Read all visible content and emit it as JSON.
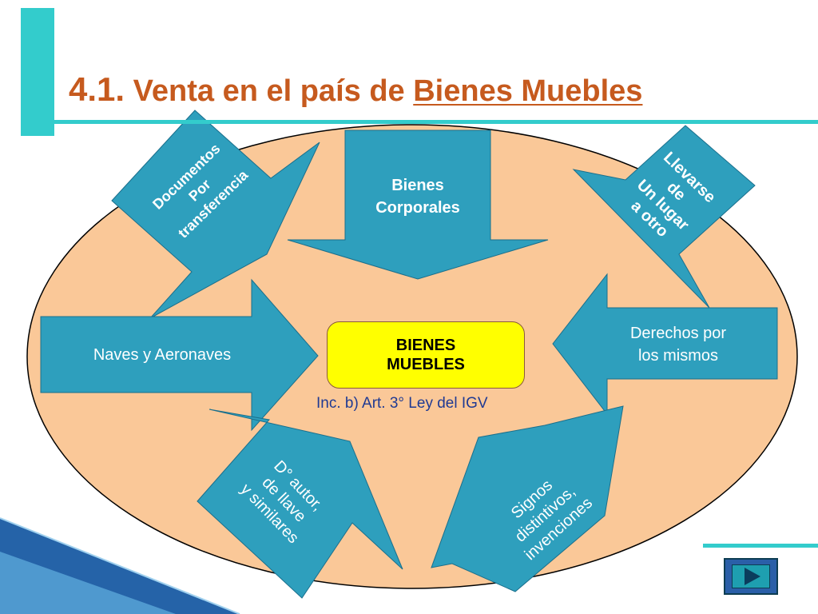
{
  "slide": {
    "title_number": "4.1.",
    "title_plain": "Venta en el país de",
    "title_underlined": "Bienes Muebles"
  },
  "center": {
    "lines": [
      "BIENES",
      "MUEBLES"
    ],
    "subtitle": "Inc. b) Art. 3° Ley del IGV"
  },
  "arrows": {
    "bienes_corporales": [
      "Bienes",
      "Corporales"
    ],
    "documentos": [
      "Documentos",
      "Por",
      "transferencia"
    ],
    "llevarse": [
      "Llevarse",
      "de",
      "Un lugar",
      "a otro"
    ],
    "naves": [
      "Naves y Aeronaves"
    ],
    "derechos": [
      "Derechos por",
      "los mismos"
    ],
    "derechos_autor": [
      "D° autor,",
      "de llave",
      "y similares"
    ],
    "signos": [
      "Signos",
      "distintivos,",
      "invenciones"
    ]
  },
  "colors": {
    "accent": "#33cccc",
    "arrow_fill": "#2e9fbd",
    "ellipse_fill": "#fac898",
    "title": "#c65a1e",
    "center_box": "#ffff00",
    "subtitle": "#1f3a93"
  },
  "nav": {
    "next_icon": "play-triangle-icon"
  }
}
